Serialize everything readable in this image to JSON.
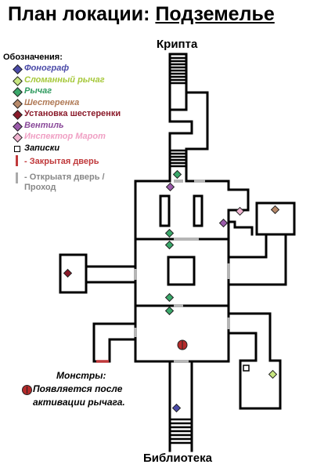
{
  "title": {
    "prefix": "План локации:",
    "location": "Подземелье"
  },
  "labels": {
    "top": "Крипта",
    "bottom": "Библиотека"
  },
  "legend": {
    "heading": "Обозначения:",
    "items": [
      {
        "label": "Фонограф",
        "type": "diamond",
        "color": "#4a4aa8"
      },
      {
        "label": "Сломанный рычаг",
        "type": "diamond",
        "color": "#c8e680"
      },
      {
        "label": "Рычаг",
        "type": "diamond",
        "color": "#3aa86a"
      },
      {
        "label": "Шестеренка",
        "type": "diamond",
        "color": "#b88a6a"
      },
      {
        "label": "Установка шестеренки",
        "type": "diamond",
        "color": "#8a1a2a"
      },
      {
        "label": "Вентиль",
        "type": "diamond",
        "color": "#9a5aaa"
      },
      {
        "label": "Инспектор Марот",
        "type": "diamond",
        "color": "#f0b4d0"
      },
      {
        "label": "Записки",
        "type": "square",
        "color": "#000000"
      },
      {
        "label": "- Закрытая дверь",
        "type": "bar",
        "color": "#c0393b",
        "text_color": "#c0393b"
      },
      {
        "label": "- Открыатя дверь /Проход",
        "type": "bar",
        "color": "#aaaaaa",
        "text_color": "#888888"
      }
    ]
  },
  "monsters": {
    "title": "Монстры:",
    "items": [
      {
        "label": "Появляется после активации рычага.",
        "color": "#b52a2a"
      }
    ]
  }
}
